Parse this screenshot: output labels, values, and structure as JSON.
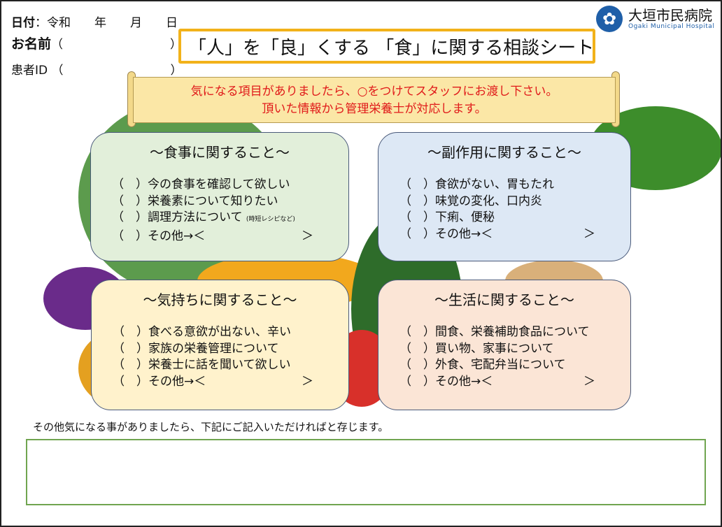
{
  "header": {
    "date_label": "日付",
    "date_value": "：令和　　年　　月　　日",
    "name_label": "お名前",
    "name_parens": "（　　　　　　　　　）",
    "id_label": "患者ID",
    "id_parens": "（　　　　　　　　　）"
  },
  "logo": {
    "name_ja": "大垣市民病院",
    "name_en": "Ogaki Municipal Hospital"
  },
  "title": "「人」を「良」くする 「食」に関する相談シート",
  "banner": {
    "line1": "気になる項目がありましたら、○をつけてスタッフにお渡し下さい。",
    "line2": "頂いた情報から管理栄養士が対応します。"
  },
  "panels": [
    {
      "title": "～食事に関すること～",
      "items": [
        "（　）今の食事を確認して欲しい",
        "（　）栄養素について知りたい",
        "（　）調理方法について",
        "（　）その他→＜"
      ],
      "note": "(時短レシピなど)",
      "close": "＞",
      "color": "#e2efda"
    },
    {
      "title": "～副作用に関すること～",
      "items": [
        "（　）食欲がない、胃もたれ",
        "（　）味覚の変化、口内炎",
        "（　）下痢、便秘",
        "（　）その他→＜"
      ],
      "close": "＞",
      "color": "#dde8f5"
    },
    {
      "title": "～気持ちに関すること～",
      "items": [
        "（　）食べる意欲が出ない、辛い",
        "（　）家族の栄養管理について",
        "（　）栄養士に話を聞いて欲しい",
        "（　）その他→＜"
      ],
      "close": "＞",
      "color": "#fff2cc"
    },
    {
      "title": "～生活に関すること～",
      "items": [
        "（　）間食、栄養補助食品について",
        "（　）買い物、家事について",
        "（　）外食、宅配弁当について",
        "（　）その他→＜"
      ],
      "close": "＞",
      "color": "#fbe5d6"
    }
  ],
  "note": "その他気になる事がありましたら、下記にご記入いただければと存じます。",
  "memo": ""
}
